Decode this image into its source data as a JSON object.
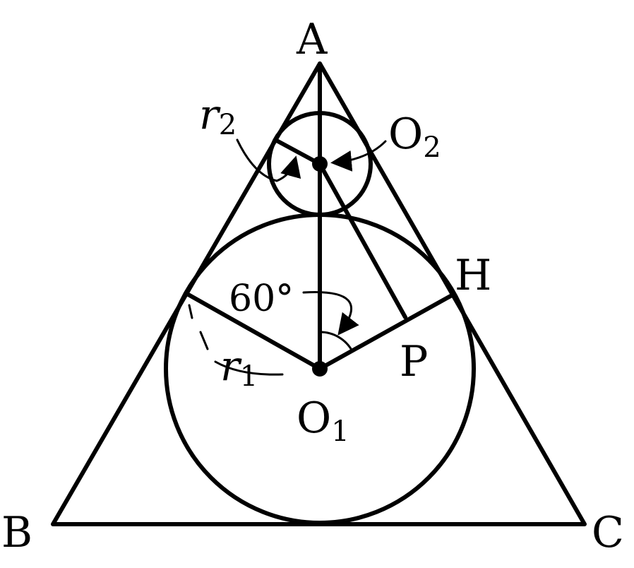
{
  "labels": {
    "A": "A",
    "B": "B",
    "C": "C",
    "H": "H",
    "P": "P",
    "O1": "O",
    "O1_sub": "1",
    "O2": "O",
    "O2_sub": "2",
    "r1": "r",
    "r1_sub": "1",
    "r2": "r",
    "r2_sub": "2",
    "angle": "60°"
  },
  "colors": {
    "stroke": "#000000",
    "background": "#ffffff"
  }
}
